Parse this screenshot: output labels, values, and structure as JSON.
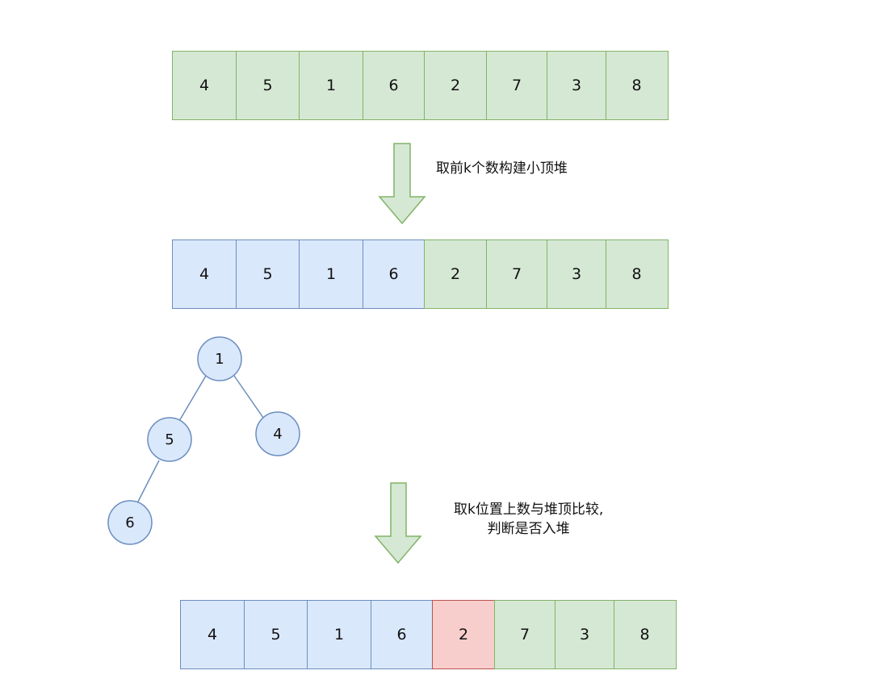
{
  "row1": [
    {
      "label": "4",
      "color": "green"
    },
    {
      "label": "5",
      "color": "green"
    },
    {
      "label": "1",
      "color": "green"
    },
    {
      "label": "6",
      "color": "green"
    },
    {
      "label": "2",
      "color": "green"
    },
    {
      "label": "7",
      "color": "green"
    },
    {
      "label": "3",
      "color": "green"
    },
    {
      "label": "8",
      "color": "green"
    }
  ],
  "step1_caption": "取前k个数构建小顶堆",
  "row2": [
    {
      "label": "4",
      "color": "blue"
    },
    {
      "label": "5",
      "color": "blue"
    },
    {
      "label": "1",
      "color": "blue"
    },
    {
      "label": "6",
      "color": "blue"
    },
    {
      "label": "2",
      "color": "green"
    },
    {
      "label": "7",
      "color": "green"
    },
    {
      "label": "3",
      "color": "green"
    },
    {
      "label": "8",
      "color": "green"
    }
  ],
  "heap_nodes": {
    "root": "1",
    "left": "5",
    "right": "4",
    "left_left": "6"
  },
  "step2_caption": {
    "line1": "取k位置上数与堆顶比较,",
    "line2": "判断是否入堆"
  },
  "row3": [
    {
      "label": "4",
      "color": "blue"
    },
    {
      "label": "5",
      "color": "blue"
    },
    {
      "label": "1",
      "color": "blue"
    },
    {
      "label": "6",
      "color": "blue"
    },
    {
      "label": "2",
      "color": "red"
    },
    {
      "label": "7",
      "color": "green"
    },
    {
      "label": "3",
      "color": "green"
    },
    {
      "label": "8",
      "color": "green"
    }
  ],
  "colors": {
    "green_fill": "#d5e8d4",
    "green_stroke": "#82b366",
    "blue_fill": "#dae8fc",
    "blue_stroke": "#6c8ebf",
    "red_fill": "#f8cecc",
    "red_stroke": "#b85450"
  }
}
